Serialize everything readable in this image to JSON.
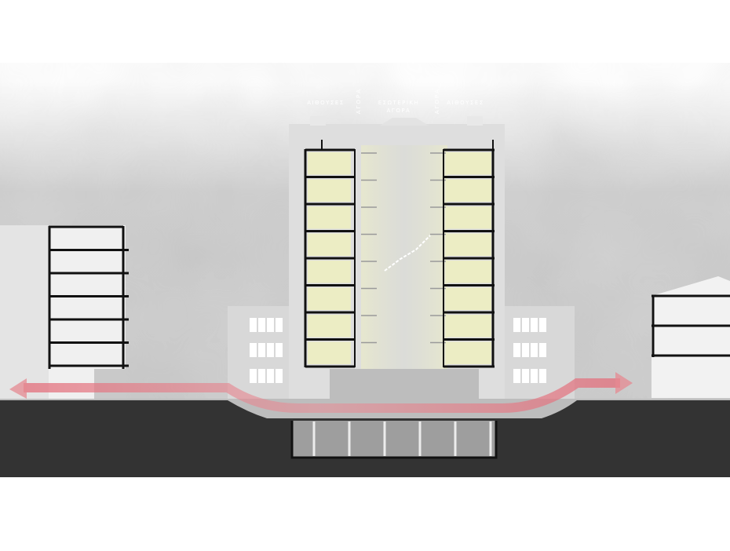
{
  "labels": {
    "left_wing": "ΑΙΘΟΥΣΕΣ",
    "center_top": "ΕΣΩΤΕΡΙΚΗ",
    "center_bottom": "ΑΓΟΡΑ",
    "right_wing": "ΑΙΘΟΥΣΕΣ",
    "vertical_left": "ΑΓΟΡΑ",
    "vertical_right": "ΑΓΟΡΑ"
  },
  "colors": {
    "sky": "#d4d4d4",
    "ground": "#333333",
    "building": "#dedede",
    "room_fill": "#ecedc4",
    "flow_arrow": "#e58a92",
    "slab": "#111111"
  },
  "drawing": {
    "tower_floors": 8,
    "left_neighbor_floors": 6,
    "right_neighbor_floors": 3
  }
}
